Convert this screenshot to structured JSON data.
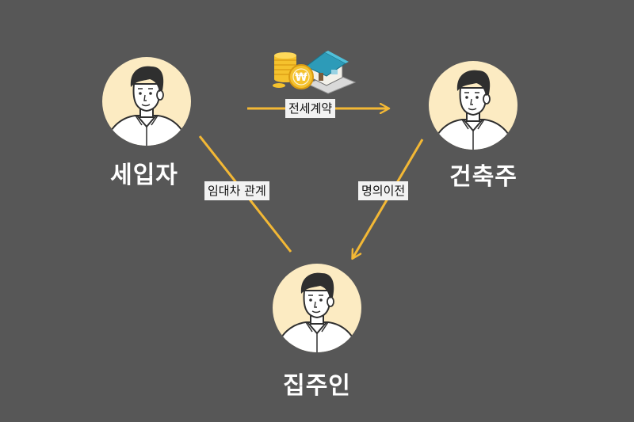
{
  "colors": {
    "background": "#575757",
    "arrow": "#f3b835",
    "avatar_bg": "#fcebc2",
    "hair": "#2f2f2f",
    "skin": "#ffffff",
    "label_bg": "#f2f2f2"
  },
  "nodes": {
    "tenant": {
      "label": "세입자",
      "icon": "person-avatar-icon"
    },
    "builder": {
      "label": "건축주",
      "icon": "person-avatar-icon"
    },
    "landlord": {
      "label": "집주인",
      "icon": "person-avatar-icon"
    }
  },
  "edges": {
    "lease_contract": {
      "label": "전세계약",
      "icon": "house-and-coins-icon",
      "coin_symbol": "₩"
    },
    "rental_relation": {
      "label": "임대차 관계"
    },
    "ownership_transfer": {
      "label": "명의이전"
    }
  }
}
